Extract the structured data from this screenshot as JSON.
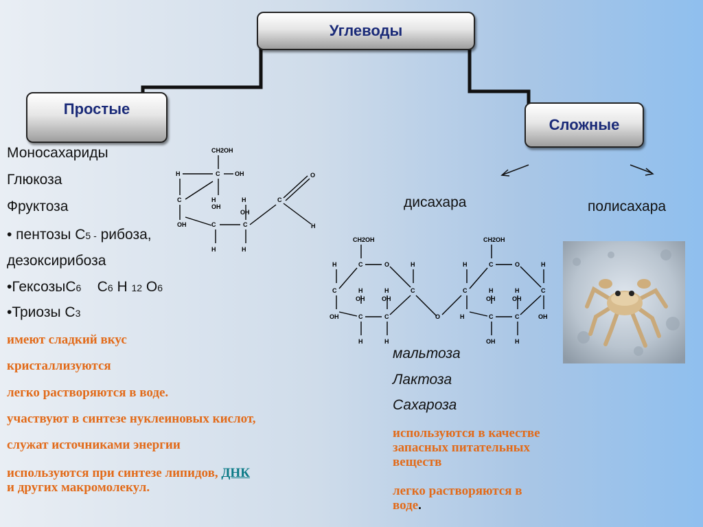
{
  "title": "Углеводы",
  "simple": {
    "label": "Простые",
    "lines": [
      "Моносахариды",
      "Глюкоза",
      "Фруктоза"
    ],
    "pentoses": {
      "prefix": "• пентозы С",
      "sub": "5 -",
      "suffix": " рибоза,"
    },
    "deoxy": "дезоксирибоза",
    "hexoses": {
      "prefix": "•ГексозыС",
      "s1": "6",
      "c": "С",
      "s2": "6",
      "h": " Н ",
      "s3": "12",
      "o": " О",
      "s4": "6"
    },
    "trioses": {
      "prefix": "•Триозы С",
      "sub": "3"
    },
    "properties": [
      "имеют сладкий вкус",
      "кристаллизуются",
      "легко растворяются в воде.",
      "участвуют в синтезе нуклеиновых кислот,",
      "служат источниками энергии"
    ],
    "lipids_line": "используются при синтезе липидов, ",
    "dna_link": "ДНК",
    "macro_line": "и других макромолекул."
  },
  "complex": {
    "label": "Сложные",
    "disaccharides": "дисахара",
    "polysaccharides": "полисахара",
    "examples": [
      "мальтоза",
      "Лактоза",
      "Сахароза"
    ],
    "properties": [
      "используются в качестве",
      "запасных питательных",
      "веществ"
    ],
    "soluble": [
      "легко растворяются в",
      "воде"
    ],
    "soluble_dot": "."
  },
  "glucose_formula": {
    "ch2oh": "CH2OH",
    "oh": "OH",
    "h": "H",
    "c": "C",
    "o": "O"
  },
  "colors": {
    "heading": "#1a2a78",
    "accent": "#e26b1a",
    "link": "#0a7a86"
  },
  "image": {
    "subject": "crab-photo"
  }
}
